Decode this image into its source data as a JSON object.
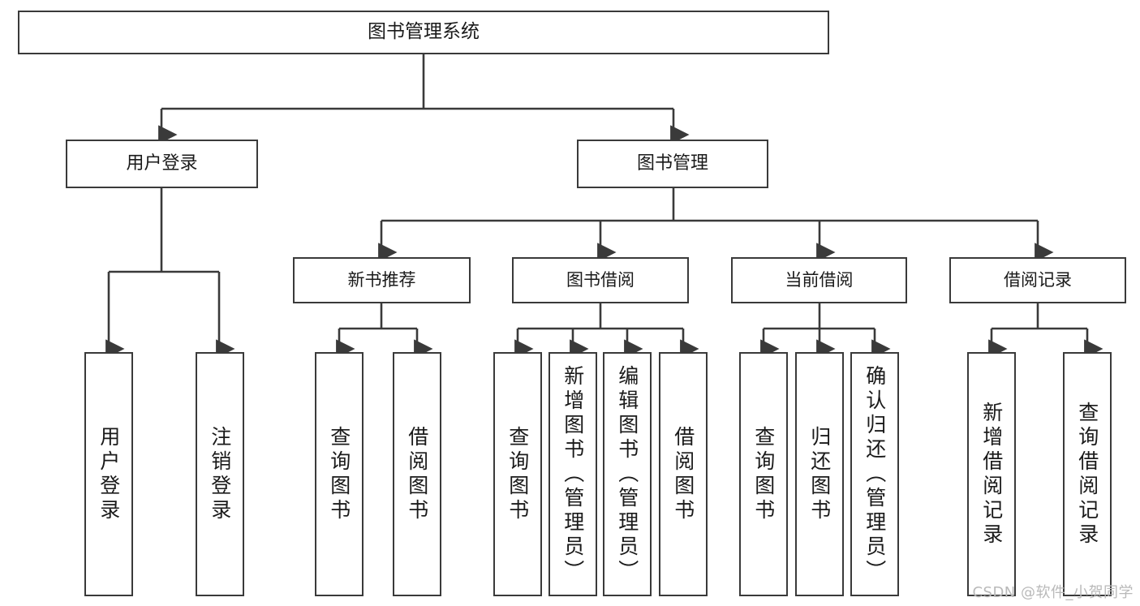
{
  "diagram": {
    "type": "tree-hierarchy-diagram",
    "title": "图书管理系统",
    "root": {
      "id": "root",
      "label": "图书管理系统"
    },
    "level2": [
      {
        "id": "login",
        "label": "用户登录"
      },
      {
        "id": "book-mgmt",
        "label": "图书管理"
      }
    ],
    "level3": [
      {
        "id": "new-book-rec",
        "label": "新书推荐",
        "parent": "book-mgmt"
      },
      {
        "id": "book-borrow",
        "label": "图书借阅",
        "parent": "book-mgmt"
      },
      {
        "id": "current-borrow",
        "label": "当前借阅",
        "parent": "book-mgmt"
      },
      {
        "id": "borrow-record",
        "label": "借阅记录",
        "parent": "book-mgmt"
      }
    ],
    "leaves": [
      {
        "id": "user-login",
        "label": "用户登录",
        "parent": "login"
      },
      {
        "id": "logout",
        "label": "注销登录",
        "parent": "login"
      },
      {
        "id": "rec-query-book",
        "label": "查询图书",
        "parent": "new-book-rec"
      },
      {
        "id": "rec-borrow-book",
        "label": "借阅图书",
        "parent": "new-book-rec"
      },
      {
        "id": "bor-query-book",
        "label": "查询图书",
        "parent": "book-borrow"
      },
      {
        "id": "bor-add-book",
        "label": "新增图书（管理员）",
        "parent": "book-borrow"
      },
      {
        "id": "bor-edit-book",
        "label": "编辑图书（管理员）",
        "parent": "book-borrow"
      },
      {
        "id": "bor-borrow-book",
        "label": "借阅图书",
        "parent": "book-borrow"
      },
      {
        "id": "cur-query-book",
        "label": "查询图书",
        "parent": "current-borrow"
      },
      {
        "id": "cur-return-book",
        "label": "归还图书",
        "parent": "current-borrow"
      },
      {
        "id": "cur-confirm-return",
        "label": "确认归还（管理员）",
        "parent": "current-borrow"
      },
      {
        "id": "rec-add-record",
        "label": "新增借阅记录",
        "parent": "borrow-record"
      },
      {
        "id": "rec-query-record",
        "label": "查询借阅记录",
        "parent": "borrow-record"
      }
    ],
    "colors": {
      "border": "#3a3a3a",
      "text": "#1a1a1a",
      "background": "#ffffff",
      "watermark": "#b9b9b9"
    }
  },
  "watermark": {
    "text": "CSDN @软件_小贺同学"
  }
}
